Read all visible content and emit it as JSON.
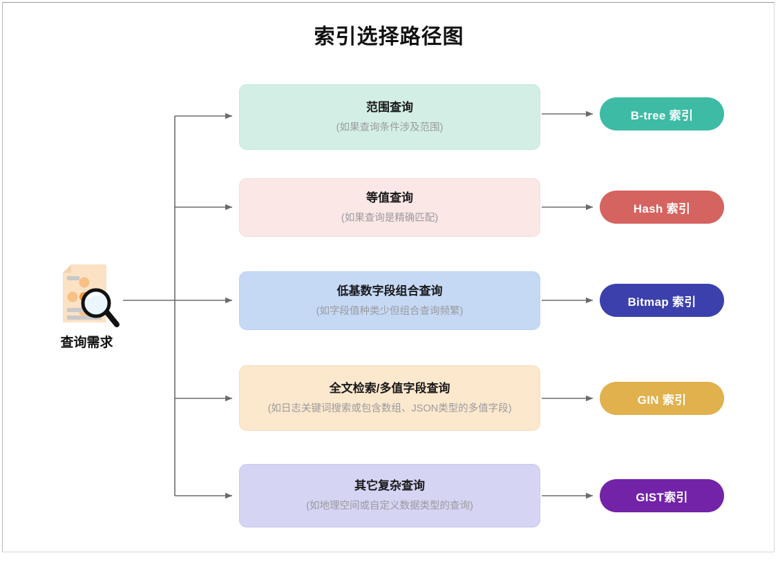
{
  "title": "索引选择路径图",
  "source": {
    "label": "查询需求",
    "icon": "document-search-icon"
  },
  "branches": [
    {
      "condition_title": "范围查询",
      "condition_sub": "(如果查询条件涉及范围)",
      "condition_fill": "#d3efe5",
      "result_label": "B-tree 索引",
      "result_color": "#3dbba4"
    },
    {
      "condition_title": "等值查询",
      "condition_sub": "(如果查询是精确匹配)",
      "condition_fill": "#fbe7e6",
      "result_label": "Hash 索引",
      "result_color": "#d5635f"
    },
    {
      "condition_title": "低基数字段组合查询",
      "condition_sub": "(如字段值种类少但组合查询频繁)",
      "condition_fill": "#c5d9f5",
      "result_label": "Bitmap 索引",
      "result_color": "#3b40ad"
    },
    {
      "condition_title": "全文检索/多值字段查询",
      "condition_sub": "(如日志关键词搜索或包含数组、JSON类型的多值字段)",
      "condition_fill": "#fce8cd",
      "result_label": "GIN 索引",
      "result_color": "#e0b14d"
    },
    {
      "condition_title": "其它复杂查询",
      "condition_sub": "(如地理空间或自定义数据类型的查询)",
      "condition_fill": "#d5d4f3",
      "result_label": "GIST索引",
      "result_color": "#7323a8"
    }
  ],
  "connector_color": "#6b6b6b"
}
